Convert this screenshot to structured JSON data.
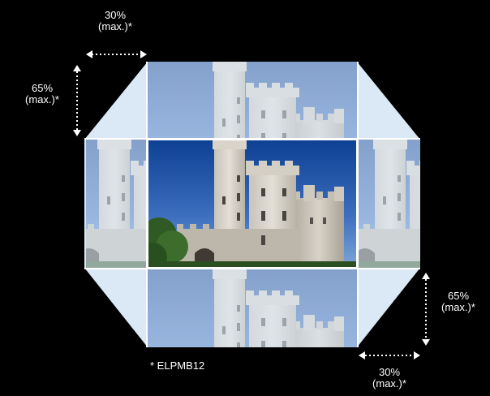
{
  "labels": {
    "top_horizontal": {
      "value": "30%",
      "note": "(max.)*"
    },
    "left_vertical": {
      "value": "65%",
      "note": "(max.)*"
    },
    "right_vertical": {
      "value": "65%",
      "note": "(max.)*"
    },
    "bottom_horizontal": {
      "value": "30%",
      "note": "(max.)*"
    }
  },
  "footnote": "* ELPMB12",
  "colors": {
    "background": "#000000",
    "light_panel": "#dbe9f6",
    "arrow": "#ffffff",
    "sky_top": "#0d3f93",
    "sky_bottom": "#6e9ad0"
  }
}
